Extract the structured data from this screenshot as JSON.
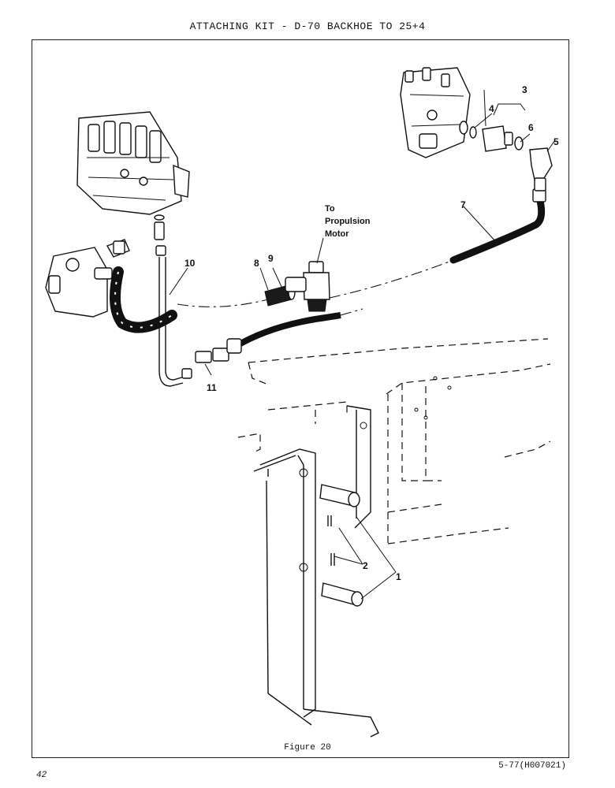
{
  "header": {
    "title": "ATTACHING KIT - D-70 BACKHOE TO 25+4"
  },
  "figure": {
    "caption": "Figure 20",
    "note_lines": [
      "To",
      "Propulsion",
      "Motor"
    ],
    "callouts": [
      "1",
      "2",
      "3",
      "4",
      "5",
      "6",
      "7",
      "8",
      "9",
      "10",
      "11"
    ]
  },
  "footer": {
    "page_number": "42",
    "publication_code": "5-77(H007021)"
  }
}
